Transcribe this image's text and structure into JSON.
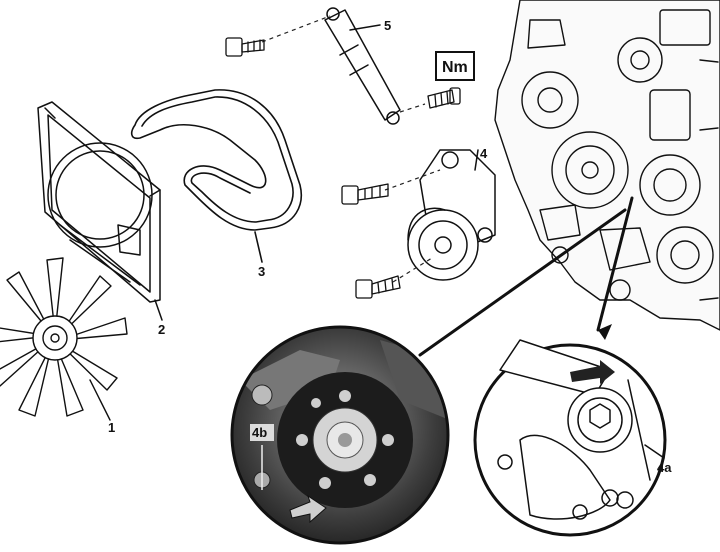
{
  "labels": {
    "fan": "1",
    "shroud": "2",
    "belt": "3",
    "tensioner": "4",
    "damper": "5",
    "torque": "Nm",
    "detail_a": "4a",
    "detail_b": "4b"
  },
  "colors": {
    "ink": "#111111",
    "paper": "#ffffff",
    "photo_dark": "#1c1c1c",
    "photo_mid": "#6a6a6a",
    "photo_light": "#cfcfcf"
  }
}
